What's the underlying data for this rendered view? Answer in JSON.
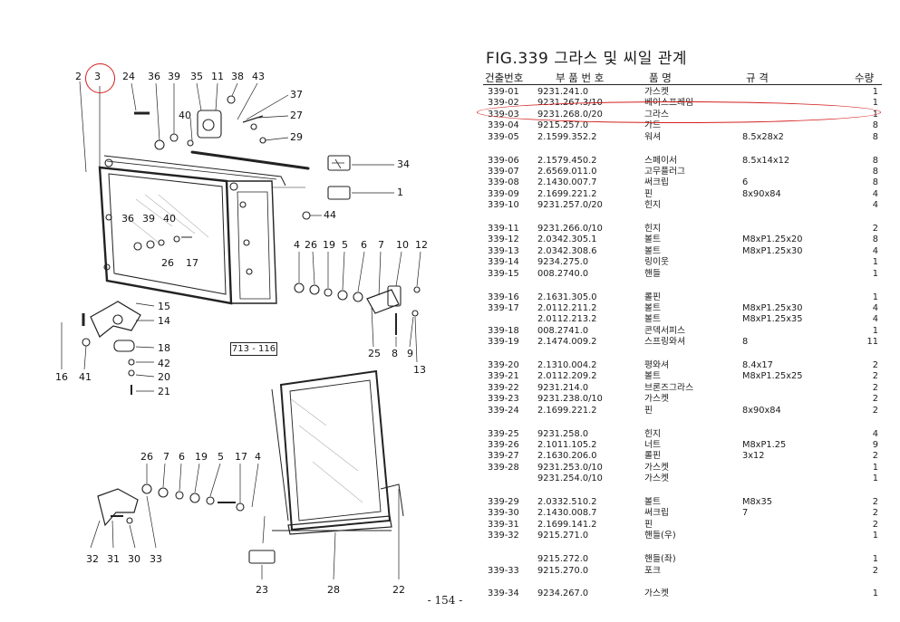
{
  "title": "FIG.339 그라스 및 씨일 관계",
  "table_header": {
    "ref": "건출번호",
    "part_no": "부 품 번 호",
    "name": "품 명",
    "spec": "규 격",
    "qty": "수량"
  },
  "rows": [
    {
      "ref": "339-01",
      "part_no": "9231.241.0",
      "name": "가스켓",
      "spec": "",
      "qty": "1"
    },
    {
      "ref": "339-02",
      "part_no": "9231.267.3/10",
      "name": "베이스프레임",
      "spec": "",
      "qty": "1"
    },
    {
      "ref": "339-03",
      "part_no": "9231.268.0/20",
      "name": "그라스",
      "spec": "",
      "qty": "1"
    },
    {
      "ref": "339-04",
      "part_no": "9215.257.0",
      "name": "가드",
      "spec": "",
      "qty": "8"
    },
    {
      "ref": "339-05",
      "part_no": "2.1599.352.2",
      "name": "워셔",
      "spec": "8.5x28x2",
      "qty": "8"
    },
    {
      "ref": "339-06",
      "part_no": "2.1579.450.2",
      "name": "스페이서",
      "spec": "8.5x14x12",
      "qty": "8"
    },
    {
      "ref": "339-07",
      "part_no": "2.6569.011.0",
      "name": "고무플러그",
      "spec": "",
      "qty": "8"
    },
    {
      "ref": "339-08",
      "part_no": "2.1430.007.7",
      "name": "써크립",
      "spec": "6",
      "qty": "8"
    },
    {
      "ref": "339-09",
      "part_no": "2.1699.221.2",
      "name": "핀",
      "spec": "8x90x84",
      "qty": "4"
    },
    {
      "ref": "339-10",
      "part_no": "9231.257.0/20",
      "name": "힌지",
      "spec": "",
      "qty": "4"
    },
    {
      "ref": "339-11",
      "part_no": "9231.266.0/10",
      "name": "힌지",
      "spec": "",
      "qty": "2"
    },
    {
      "ref": "339-12",
      "part_no": "2.0342.305.1",
      "name": "볼트",
      "spec": "M8xP1.25x20",
      "qty": "8"
    },
    {
      "ref": "339-13",
      "part_no": "2.0342.308.6",
      "name": "볼트",
      "spec": "M8xP1.25x30",
      "qty": "4"
    },
    {
      "ref": "339-14",
      "part_no": "9234.275.0",
      "name": "링이웃",
      "spec": "",
      "qty": "1"
    },
    {
      "ref": "339-15",
      "part_no": "008.2740.0",
      "name": "핸들",
      "spec": "",
      "qty": "1"
    },
    {
      "ref": "339-16",
      "part_no": "2.1631.305.0",
      "name": "롤핀",
      "spec": "",
      "qty": "1"
    },
    {
      "ref": "339-17",
      "part_no": "2.0112.211.2",
      "name": "볼트",
      "spec": "M8xP1.25x30",
      "qty": "4"
    },
    {
      "ref": "",
      "part_no": "2.0112.213.2",
      "name": "볼트",
      "spec": "M8xP1.25x35",
      "qty": "4"
    },
    {
      "ref": "339-18",
      "part_no": "008.2741.0",
      "name": "콘덱서피스",
      "spec": "",
      "qty": "1"
    },
    {
      "ref": "339-19",
      "part_no": "2.1474.009.2",
      "name": "스프링와셔",
      "spec": "8",
      "qty": "11"
    },
    {
      "ref": "339-20",
      "part_no": "2.1310.004.2",
      "name": "평와셔",
      "spec": "8.4x17",
      "qty": "2"
    },
    {
      "ref": "339-21",
      "part_no": "2.0112.209.2",
      "name": "볼트",
      "spec": "M8xP1.25x25",
      "qty": "2"
    },
    {
      "ref": "339-22",
      "part_no": "9231.214.0",
      "name": "브론즈그라스",
      "spec": "",
      "qty": "2"
    },
    {
      "ref": "339-23",
      "part_no": "9231.238.0/10",
      "name": "가스켓",
      "spec": "",
      "qty": "2"
    },
    {
      "ref": "339-24",
      "part_no": "2.1699.221.2",
      "name": "핀",
      "spec": "8x90x84",
      "qty": "2"
    },
    {
      "ref": "339-25",
      "part_no": "9231.258.0",
      "name": "힌지",
      "spec": "",
      "qty": "4"
    },
    {
      "ref": "339-26",
      "part_no": "2.1011.105.2",
      "name": "너트",
      "spec": "M8xP1.25",
      "qty": "9"
    },
    {
      "ref": "339-27",
      "part_no": "2.1630.206.0",
      "name": "롤핀",
      "spec": "3x12",
      "qty": "2"
    },
    {
      "ref": "339-28",
      "part_no": "9231.253.0/10",
      "name": "가스켓",
      "spec": "",
      "qty": "1"
    },
    {
      "ref": "",
      "part_no": "9231.254.0/10",
      "name": "가스켓",
      "spec": "",
      "qty": "1"
    },
    {
      "ref": "339-29",
      "part_no": "2.0332.510.2",
      "name": "볼트",
      "spec": "M8x35",
      "qty": "2"
    },
    {
      "ref": "339-30",
      "part_no": "2.1430.008.7",
      "name": "써크립",
      "spec": "7",
      "qty": "2"
    },
    {
      "ref": "339-31",
      "part_no": "2.1699.141.2",
      "name": "핀",
      "spec": "",
      "qty": "2"
    },
    {
      "ref": "339-32",
      "part_no": "9215.271.0",
      "name": "핸들(우)",
      "spec": "",
      "qty": "1"
    },
    {
      "ref": "",
      "part_no": "9215.272.0",
      "name": "핸들(좌)",
      "spec": "",
      "qty": "1"
    },
    {
      "ref": "339-33",
      "part_no": "9215.270.0",
      "name": "포크",
      "spec": "",
      "qty": "2"
    },
    {
      "ref": "339-34",
      "part_no": "9234.267.0",
      "name": "가스켓",
      "spec": "",
      "qty": "1"
    }
  ],
  "callouts": {
    "c2": "2",
    "c3": "3",
    "c24": "24",
    "c36": "36",
    "c39": "39",
    "c35": "35",
    "c11": "11",
    "c38": "38",
    "c43": "43",
    "c37": "37",
    "c40": "40",
    "c27": "27",
    "c29": "29",
    "c34": "34",
    "c1": "1",
    "c44": "44",
    "c36b": "36",
    "c39b": "39",
    "c40b": "40",
    "c26": "26",
    "c17": "17",
    "c4": "4",
    "c26b": "26",
    "c19": "19",
    "c5": "5",
    "c6": "6",
    "c7": "7",
    "c10": "10",
    "c12": "12",
    "c15": "15",
    "c14": "14",
    "c18": "18",
    "c42": "42",
    "c20": "20",
    "c21": "21",
    "c16": "16",
    "c41": "41",
    "c25": "25",
    "c8": "8",
    "c9": "9",
    "c13": "13",
    "c26c": "26",
    "c7b": "7",
    "c6b": "6",
    "c19b": "19",
    "c5b": "5",
    "c17b": "17",
    "c4b": "4",
    "c32": "32",
    "c31": "31",
    "c30": "30",
    "c33": "33",
    "c23": "23",
    "c28": "28",
    "c22": "22"
  },
  "diagram_code": "713 - 116",
  "page_number": "- 154 -",
  "colors": {
    "highlight": "#d41f1f",
    "ink": "#1a1a1a"
  }
}
